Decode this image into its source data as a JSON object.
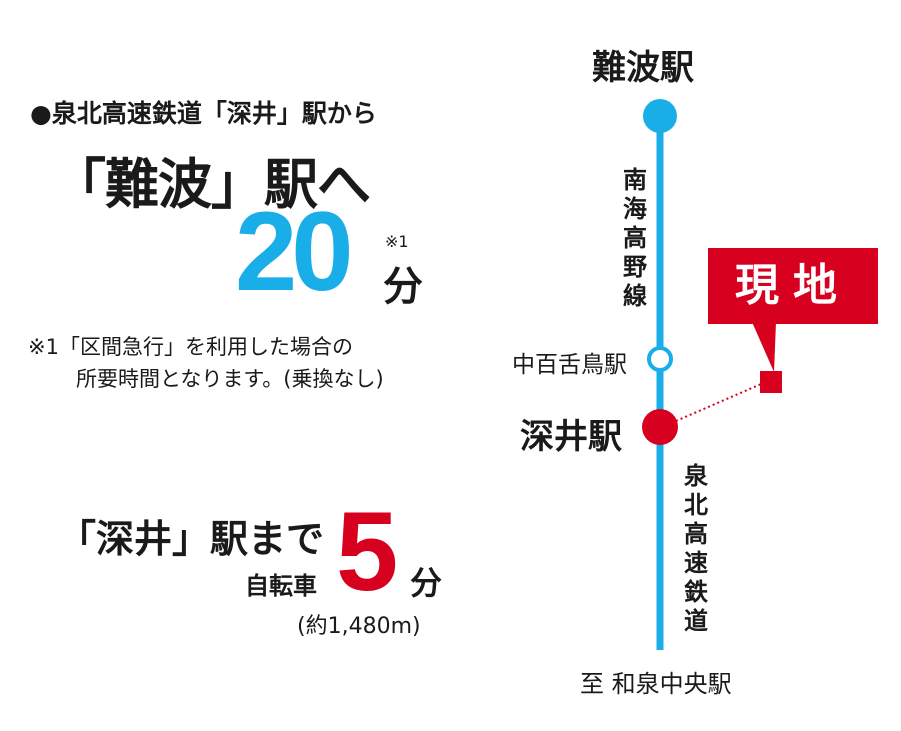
{
  "left": {
    "intro": "●泉北高速鉄道「深井」駅から",
    "destination": "「難波」駅へ",
    "train_time_num": "20",
    "train_time_unit": "分",
    "train_time_mark": "※1",
    "note_line1": "※1「区間急行」を利用した場合の",
    "note_line2": "所要時間となります。(乗換なし)",
    "bike_head": "「深井」駅まで",
    "bike_vehicle": "自転車",
    "bike_time_num": "5",
    "bike_time_unit": "分",
    "bike_distance": "(約1,480m)"
  },
  "map": {
    "station_top": "難波駅",
    "station_mid": "中百舌鳥駅",
    "station_bottom": "深井駅",
    "line_upper": "南海高野線",
    "line_lower": "泉北高速鉄道",
    "site_label": "現地",
    "to_station": "至 和泉中央駅",
    "colors": {
      "line": "#1aaee8",
      "site": "#d7001e"
    }
  }
}
